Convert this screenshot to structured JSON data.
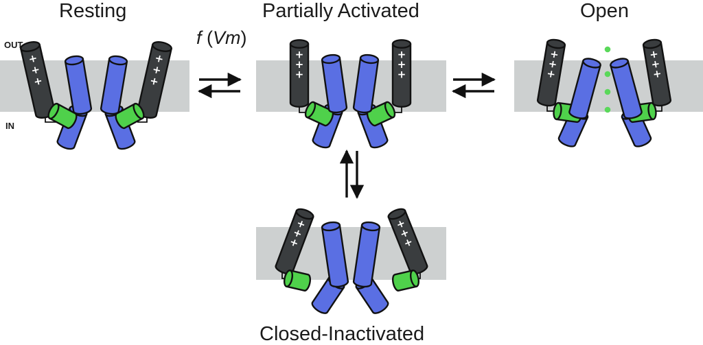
{
  "states": {
    "resting": "Resting",
    "partially_activated": "Partially Activated",
    "open": "Open",
    "closed_inactivated": "Closed-Inactivated"
  },
  "membrane_labels": {
    "outside": "OUT",
    "inside": "IN"
  },
  "rate_label": {
    "f": "f",
    "open_paren": "(",
    "vm": "Vm",
    "close_paren": ")"
  },
  "charge_symbol": "+",
  "colors": {
    "membrane": "#cdd0d0",
    "voltage_sensor": "#3a3d3f",
    "pore_helix": "#5a6fe3",
    "linker": "#4fd14b",
    "permeant_ion": "#5ad85a",
    "outline": "#111111",
    "arrow": "#111111"
  }
}
